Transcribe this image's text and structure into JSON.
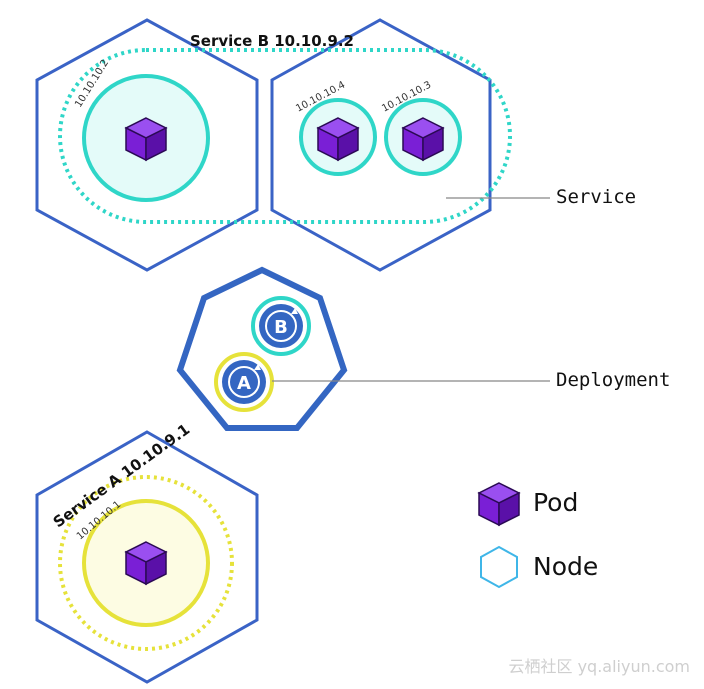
{
  "service_b": {
    "title": "Service B 10.10.9.2",
    "pod_ips": [
      "10.10.10.2",
      "10.10.10.4",
      "10.10.10.3"
    ]
  },
  "service_a": {
    "title": "Service A  10.10.9.1",
    "pod_ip": "10.10.10.1"
  },
  "deployment": {
    "replica_a": "A",
    "replica_b": "B"
  },
  "callouts": {
    "service": "Service",
    "deployment": "Deployment"
  },
  "legend": {
    "pod": "Pod",
    "node": "Node"
  },
  "watermark": "云栖社区 yq.aliyun.com",
  "colors": {
    "node_outline": "#3a63c6",
    "service_b_ring": "#2fd6c8",
    "service_a_ring": "#e6e23a",
    "pod_purple": "#7a1fd6",
    "pod_purple_dark": "#5a10a8",
    "pod_purple_light": "#9a4ff0",
    "deploy_blue": "#3466c2",
    "node_legend": "#3fb6e8"
  }
}
